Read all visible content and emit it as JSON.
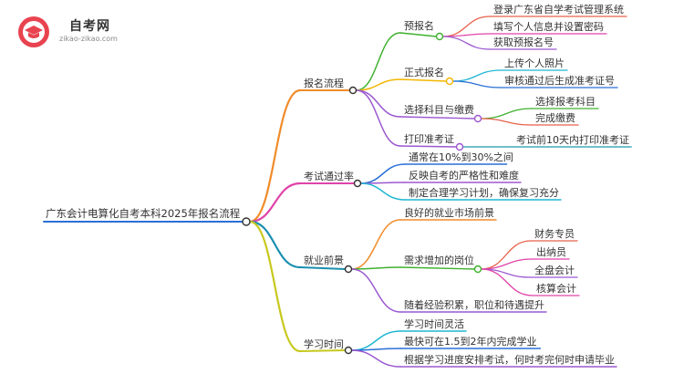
{
  "logo": {
    "title": "自考网",
    "url": "zikao-zikao.com"
  },
  "root": {
    "label": "广东会计电算化自考本科2025年报名流程"
  },
  "branches": [
    {
      "label": "报名流程",
      "color": "#f08c2a",
      "children": [
        {
          "label": "预报名",
          "color": "#3fb12f",
          "children": [
            {
              "label": "登录广东省自学考试管理系统",
              "color": "#e8614b"
            },
            {
              "label": "填写个人信息并设置密码",
              "color": "#e044a8"
            },
            {
              "label": "获取预报名号",
              "color": "#9b59d0"
            }
          ]
        },
        {
          "label": "正式报名",
          "color": "#f3b600",
          "children": [
            {
              "label": "上传个人照片",
              "color": "#1fb6d1"
            },
            {
              "label": "审核通过后生成准考证号",
              "color": "#2a6fd6"
            }
          ]
        },
        {
          "label": "选择科目与缴费",
          "color": "#9b59d0",
          "children": [
            {
              "label": "选择报考科目",
              "color": "#3fb12f"
            },
            {
              "label": "完成缴费",
              "color": "#e8614b"
            }
          ]
        },
        {
          "label": "打印准考证",
          "color": "#9b59d0",
          "children": [
            {
              "label": "考试前10天内打印准考证",
              "color": "#1a9aaa"
            }
          ]
        }
      ]
    },
    {
      "label": "考试通过率",
      "color": "#e044a8",
      "children": [
        {
          "label": "通常在10%到30%之间",
          "color": "#2a6fd6"
        },
        {
          "label": "反映自考的严格性和难度",
          "color": "#9b59d0"
        },
        {
          "label": "制定合理学习计划，确保复习充分",
          "color": "#1fb6d1"
        }
      ]
    },
    {
      "label": "就业前景",
      "color": "#1a8fb0",
      "children": [
        {
          "label": "良好的就业市场前景",
          "color": "#f08c2a"
        },
        {
          "label": "需求增加的岗位",
          "color": "#3fb12f",
          "children": [
            {
              "label": "财务专员",
              "color": "#e8614b"
            },
            {
              "label": "出纳员",
              "color": "#e044a8"
            },
            {
              "label": "全盘会计",
              "color": "#9b59d0"
            },
            {
              "label": "核算会计",
              "color": "#e044a8"
            }
          ]
        },
        {
          "label": "随着经验积累，职位和待遇提升",
          "color": "#9b59d0"
        }
      ]
    },
    {
      "label": "学习时间",
      "color": "#c8c81e",
      "children": [
        {
          "label": "学习时间灵活",
          "color": "#1fb6d1"
        },
        {
          "label": "最快可在1.5到2年内完成学业",
          "color": "#2a6fd6"
        },
        {
          "label": "根据学习进度安排考试，何时考完何时申请毕业",
          "color": "#9b59d0"
        }
      ]
    }
  ]
}
